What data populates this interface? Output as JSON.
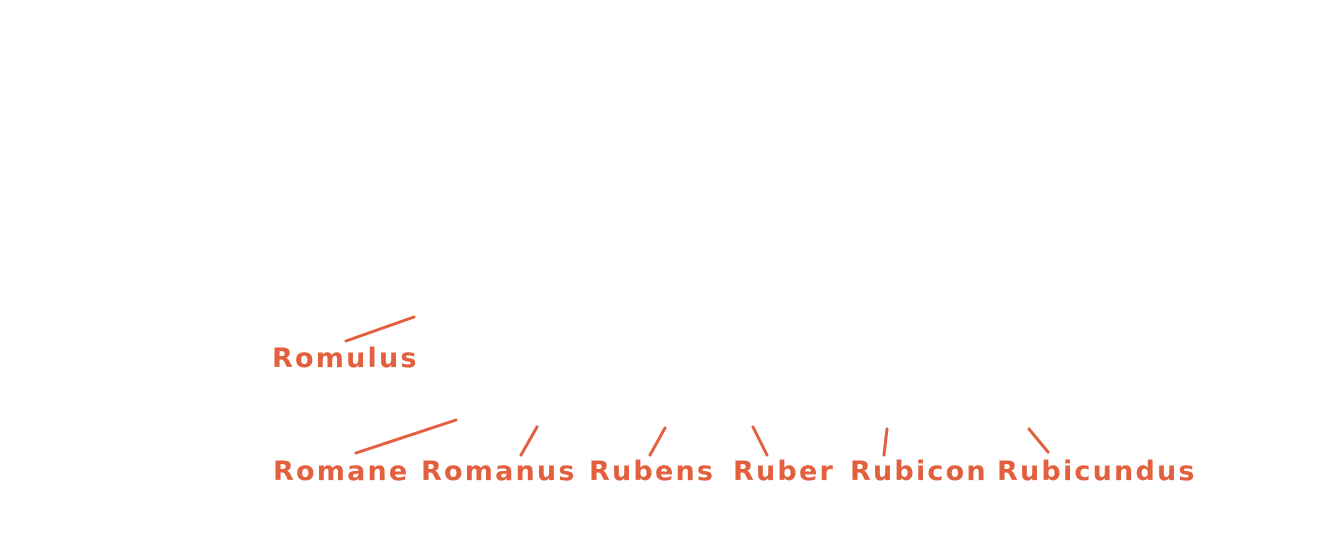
{
  "colors": {
    "accent": "#e2603e",
    "background": "#ffffff"
  },
  "top_row": {
    "words": [
      {
        "text": "Romulus"
      }
    ]
  },
  "bottom_row": {
    "words": [
      {
        "text": "Romane"
      },
      {
        "text": "Romanus"
      },
      {
        "text": "Rubens"
      },
      {
        "text": "Ruber"
      },
      {
        "text": "Rubicon"
      },
      {
        "text": "Rubicundus"
      }
    ]
  }
}
